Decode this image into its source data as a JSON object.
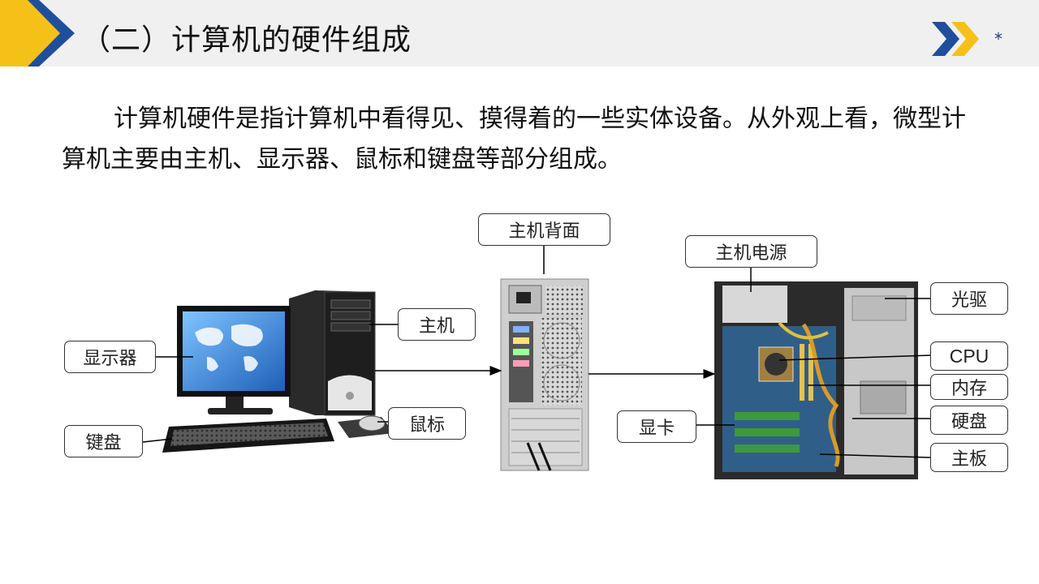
{
  "header": {
    "title": "（二）计算机的硬件组成",
    "asterisk": "*"
  },
  "intro": {
    "text": "计算机硬件是指计算机中看得见、摸得着的一些实体设备。从外观上看，微型计算机主要由主机、显示器、鼠标和键盘等部分组成。"
  },
  "labels": {
    "monitor": "显示器",
    "keyboard": "键盘",
    "host": "主机",
    "mouse": "鼠标",
    "host_back": "主机背面",
    "power_supply": "主机电源",
    "optical_drive": "光驱",
    "cpu": "CPU",
    "memory": "内存",
    "graphics_card": "显卡",
    "hard_disk": "硬盘",
    "motherboard": "主板"
  },
  "colors": {
    "accent_yellow": "#f5c118",
    "accent_blue": "#1f4f9c",
    "header_bg": "#f0f0f0"
  }
}
